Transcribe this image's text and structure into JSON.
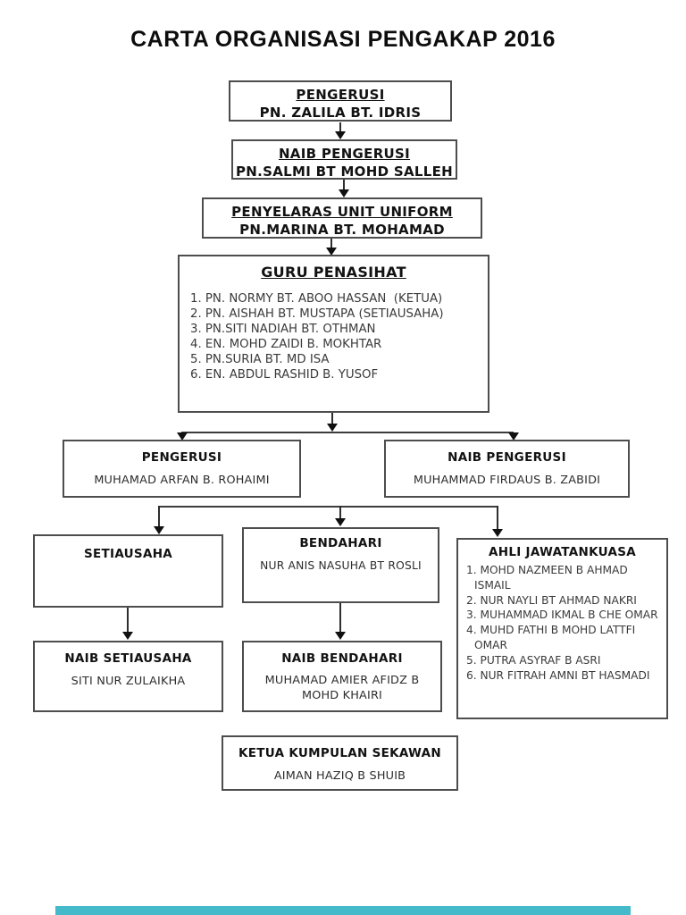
{
  "page": {
    "title": "CARTA ORGANISASI PENGAKAP 2016"
  },
  "org": {
    "pengerusi": {
      "title": "PENGERUSI",
      "name": "PN. ZALILA BT. IDRIS"
    },
    "naib_pengerusi": {
      "title": "NAIB PENGERUSI",
      "name": "PN.SALMI BT MOHD SALLEH"
    },
    "penyelaras": {
      "title": "PENYELARAS UNIT UNIFORM",
      "name": "PN.MARINA BT. MOHAMAD"
    },
    "guru_penasihat": {
      "title": "GURU PENASIHAT",
      "lines": [
        "1. PN. NORMY BT. ABOO HASSAN  (KETUA)",
        "2. PN. AISHAH BT. MUSTAPA (SETIAUSAHA)",
        "3. PN.SITI NADIAH BT. OTHMAN",
        "4. EN. MOHD ZAIDI B. MOKHTAR",
        "5. PN.SURIA BT. MD ISA",
        "6. EN. ABDUL RASHID B. YUSOF"
      ]
    },
    "pengerusi_pelajar": {
      "title": "PENGERUSI",
      "name": "MUHAMAD ARFAN B. ROHAIMI"
    },
    "naib_pengerusi_pelajar": {
      "title": "NAIB PENGERUSI",
      "name": "MUHAMMAD FIRDAUS B. ZABIDI"
    },
    "setiausaha": {
      "title": "SETIAUSAHA"
    },
    "bendahari": {
      "title": "BENDAHARI",
      "name": "NUR ANIS NASUHA BT ROSLI"
    },
    "ahli_jawatankuasa": {
      "title": "AHLI JAWATANKUASA",
      "lines": [
        "1. MOHD NAZMEEN B AHMAD",
        "ISMAIL",
        "2. NUR NAYLI BT AHMAD NAKRI",
        "3. MUHAMMAD IKMAL B CHE OMAR",
        "4. MUHD FATHI B MOHD LATTFI",
        "OMAR",
        "5. PUTRA ASYRAF B ASRI",
        "6. NUR FITRAH AMNI BT HASMADI"
      ]
    },
    "naib_setiausaha": {
      "title": "NAIB SETIAUSAHA",
      "name": "SITI NUR ZULAIKHA"
    },
    "naib_bendahari": {
      "title": "NAIB BENDAHARI",
      "name_line1": "MUHAMAD AMIER AFIDZ B",
      "name_line2": "MOHD KHAIRI"
    },
    "ketua_kumpulan": {
      "title": "KETUA KUMPULAN SEKAWAN",
      "name": "AIMAN HAZIQ B SHUIB"
    }
  },
  "colors": {
    "box_border": "#4d4d4d",
    "connector": "#2e2e2e",
    "heading_text": "#121212",
    "body_text": "#3a3a3a",
    "page_background": "#ffffff",
    "bottom_bar": "#44b9c9"
  }
}
